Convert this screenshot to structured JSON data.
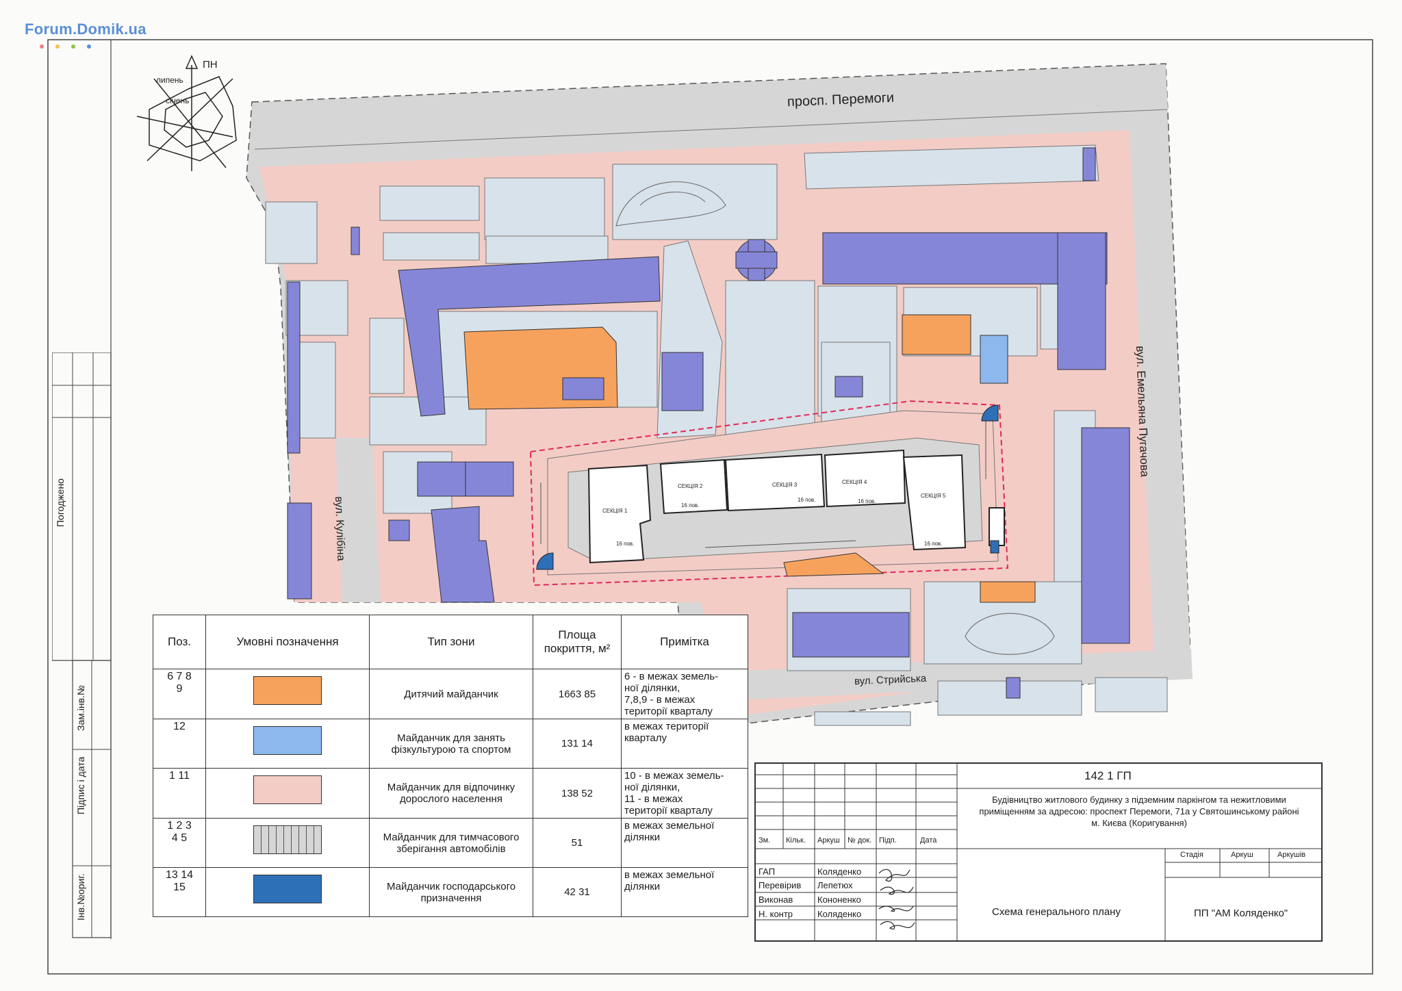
{
  "watermark": "Forum.Domik.ua",
  "watermark_dot_colors": [
    "#ef7d7d",
    "#f5c04e",
    "#8bc34a",
    "#5b8fd6"
  ],
  "colors": {
    "street": "#d6d6d6",
    "sidewalk": "#f3ccc6",
    "yard": "#d8e2ea",
    "building": "#8686d8",
    "playground": "#f7a25c",
    "sports": "#8db8ee",
    "utility": "#2e70b8",
    "boundary": "#e0285a"
  },
  "compass": {
    "north_label": "ПН",
    "july": "липень",
    "january": "січень"
  },
  "streets": {
    "peremohy": "просп. Перемоги",
    "kulibina": "вул. Кулібіна",
    "pugachova": "вул. Емельяна Пугачова",
    "stryiska": "вул. Стрийська"
  },
  "sections": {
    "s1": "СЕКЦІЯ 1",
    "s2": "СЕКЦІЯ 2",
    "s3": "СЕКЦІЯ 3",
    "s4": "СЕКЦІЯ 4",
    "s5": "СЕКЦІЯ 5",
    "floors": "16 пов."
  },
  "side_stamp": {
    "agreed": "Погоджено",
    "inv_replaced": "Зам.інв.№",
    "signature_date": "Підпис і дата",
    "inv_original": "Інв.№ориг."
  },
  "legend": {
    "headers": [
      "Поз.",
      "Умовні позначення",
      "Тип зони",
      "Площа покриття, м²",
      "Примітка"
    ],
    "rows": [
      {
        "pos": "6 7 8\n9",
        "swatch": "#f7a25c",
        "zone": "Дитячий майданчик",
        "area": "1663 85",
        "note": "6 - в межах земель-\nної ділянки,\n7,8,9 - в межах\nтериторії кварталу"
      },
      {
        "pos": "12",
        "swatch": "#8db8ee",
        "zone": "Майданчик для занять\nфізкультурою та спортом",
        "area": "131 14",
        "note": "в межах території\nкварталу"
      },
      {
        "pos": "1  11",
        "swatch": "#f3ccc6",
        "zone": "Майданчик для відпочинку\nдорослого населення",
        "area": "138 52",
        "note": "10 - в межах земель-\nної ділянки,\n11 - в межах\nтериторії кварталу"
      },
      {
        "pos": "1 2 3\n4 5",
        "swatch": "#d6d6d6",
        "zone": "Майданчик для тимчасового\nзберігання автомобілів",
        "area": "51",
        "note": "в межах земельної\nділянки"
      },
      {
        "pos": "13 14\n15",
        "swatch": "#2e70b8",
        "zone": "Майданчик господарського\nпризначення",
        "area": "42 31",
        "note": "в межах земельної\nділянки"
      }
    ]
  },
  "title_block": {
    "code": "142  1  ГП",
    "project": "Будівництво житлового будинку з підземним паркінгом та нежитловими\nприміщенням за адресою: проспект Перемоги, 71а у Святошинському районі\nм. Києва (Коригування)",
    "col_headers": [
      "Зм.",
      "Кільк.",
      "Аркуш",
      "№ док.",
      "Підп.",
      "Дата"
    ],
    "stage_headers": [
      "Стадія",
      "Аркуш",
      "Аркушів"
    ],
    "roles": [
      "ГАП",
      "Перевірив",
      "Виконав",
      "Н. контр"
    ],
    "names": [
      "Коляденко",
      "Лепетюх",
      "Кононенко",
      "Коляденко"
    ],
    "drawing_name": "Схема генерального плану",
    "company": "ПП \"АМ Коляденко\""
  }
}
